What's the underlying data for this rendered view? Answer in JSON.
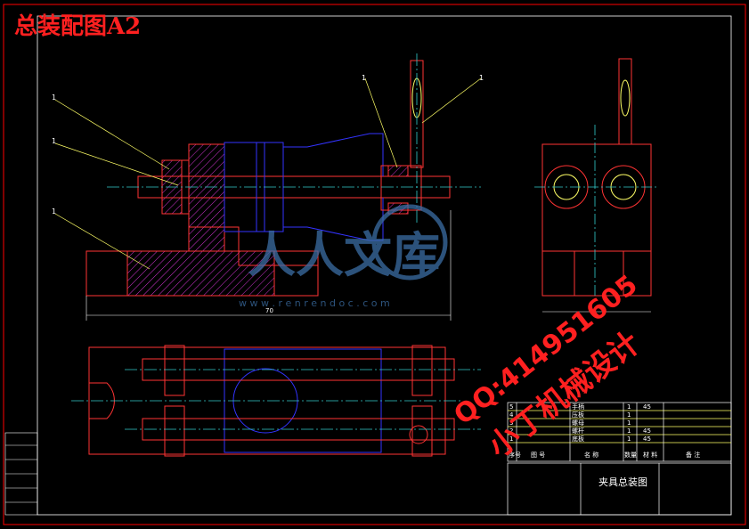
{
  "colors": {
    "background": "#000000",
    "frame": "#ff0000",
    "part_outline": "#ff3333",
    "hatch": "#cc33cc",
    "blue_line": "#3333ff",
    "center_line": "#33cccc",
    "leader": "#ffff66",
    "table_line": "#ffffff",
    "watermark_red": "#ff2020",
    "watermark_blue": "#3b6ea5"
  },
  "icons": {
    "logo": "renrendoc-logo-icon"
  },
  "sheet": {
    "title": "总装配图A2",
    "dimension_text": "70"
  },
  "callouts": [
    "1",
    "1",
    "1",
    "1",
    "1"
  ],
  "watermark": {
    "site_name": "人人文库",
    "site_url": "w w w . r e n r e n d o c . c o m",
    "qq": "QQ:414951605",
    "designer": "小丁机械设计"
  },
  "parts_list": {
    "rows": [
      {
        "no": "5",
        "name": "手柄",
        "qty": "1",
        "material": "45",
        "note": ""
      },
      {
        "no": "4",
        "name": "压板",
        "qty": "1",
        "material": "",
        "note": ""
      },
      {
        "no": "3",
        "name": "螺母",
        "qty": "1",
        "material": "",
        "note": ""
      },
      {
        "no": "2",
        "name": "螺杆",
        "qty": "1",
        "material": "45",
        "note": ""
      },
      {
        "no": "1",
        "name": "底板",
        "qty": "1",
        "material": "45",
        "note": ""
      }
    ],
    "header": {
      "no": "序号",
      "code": "图 号",
      "name": "名 称",
      "qty": "数量",
      "material": "材 料",
      "note": "备 注"
    }
  },
  "title_block": {
    "drawing_name": "夹具总装图"
  }
}
